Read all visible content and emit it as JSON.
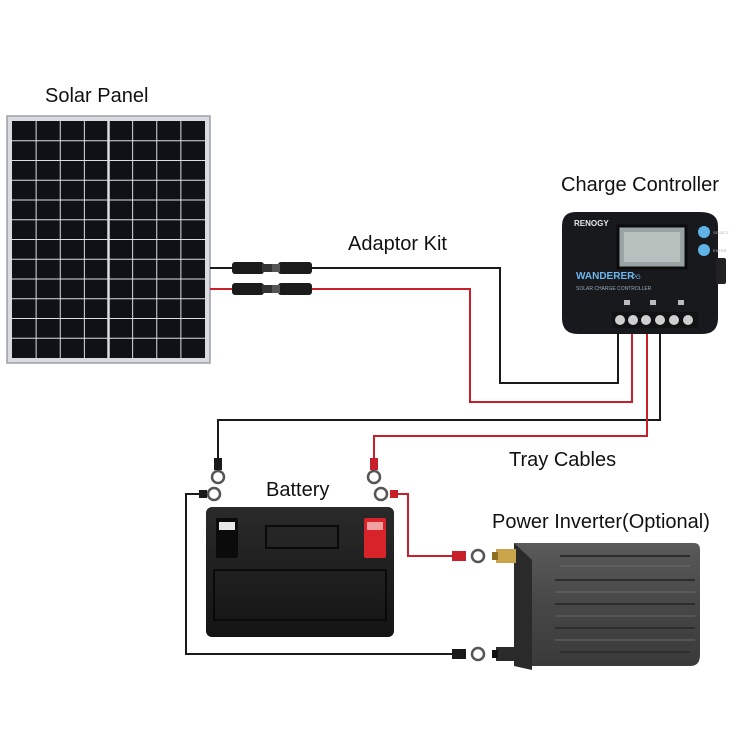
{
  "labels": {
    "solar_panel": "Solar Panel",
    "adaptor_kit": "Adaptor Kit",
    "charge_controller": "Charge Controller",
    "tray_cables": "Tray Cables",
    "battery": "Battery",
    "power_inverter": "Power Inverter(Optional)"
  },
  "controller": {
    "brand": "RENOGY",
    "model": "WANDERER",
    "model_suffix": "PG",
    "subtitle": "SOLAR CHARGE CONTROLLER",
    "button_top": "SELECT",
    "button_bottom": "ENTER"
  },
  "colors": {
    "positive_wire": "#c8202a",
    "negative_wire": "#1a1a1a",
    "panel_cell": "#0f1116",
    "controller_body": "#17191c",
    "battery_body": "#1c1c1c",
    "battery_positive": "#d8232a",
    "inverter_body": "#4a4a4a"
  }
}
